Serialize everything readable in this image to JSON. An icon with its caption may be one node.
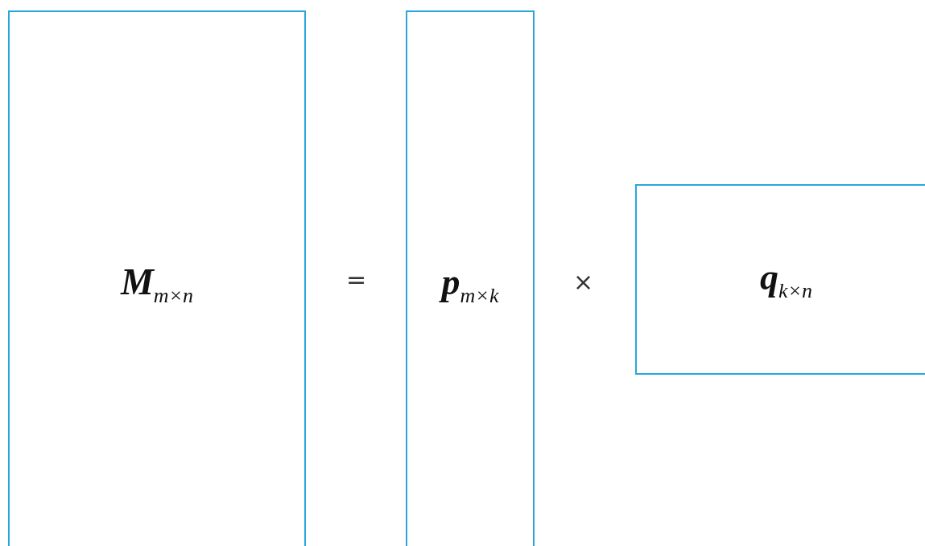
{
  "diagram": {
    "nodes": [
      {
        "text": [
          "M$_{m×n}$"
        ]
      },
      {
        "text": [
          "p$_{m×k}$"
        ]
      },
      {
        "text": [
          "q$_{k×n}$"
        ]
      }
    ],
    "labels": [
      "=",
      "×"
    ]
  }
}
